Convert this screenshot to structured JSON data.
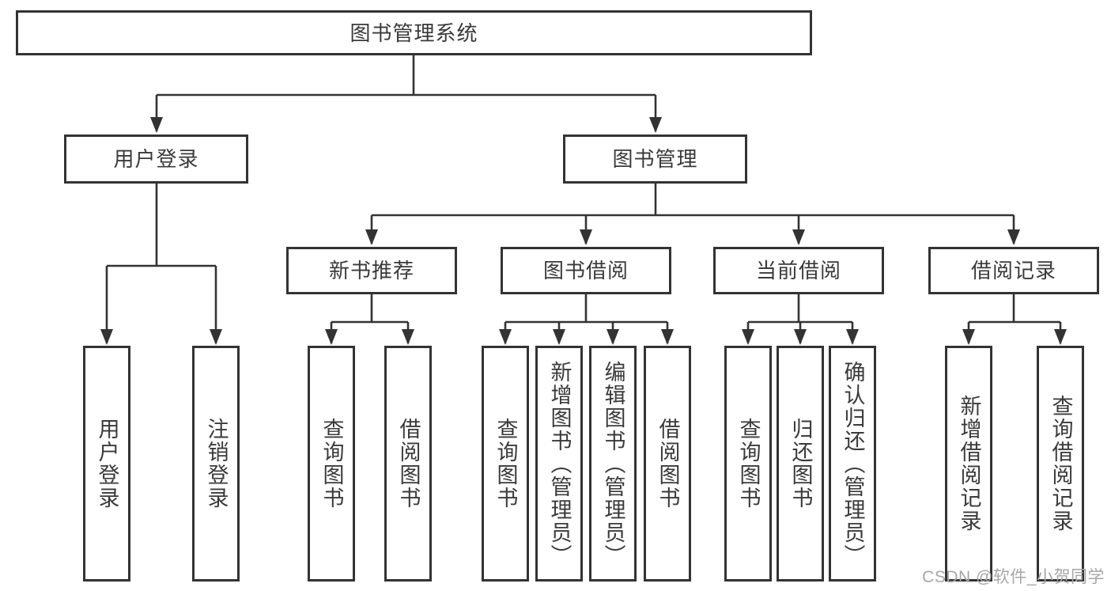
{
  "diagram": {
    "root": {
      "label": "图书管理系统",
      "children": [
        {
          "label": "用户登录",
          "children": [
            {
              "label": "用户登录"
            },
            {
              "label": "注销登录"
            }
          ]
        },
        {
          "label": "图书管理",
          "children": [
            {
              "label": "新书推荐",
              "children": [
                {
                  "label": "查询图书"
                },
                {
                  "label": "借阅图书"
                }
              ]
            },
            {
              "label": "图书借阅",
              "children": [
                {
                  "label": "查询图书"
                },
                {
                  "label": "新增图书（管理员）"
                },
                {
                  "label": "编辑图书（管理员）"
                },
                {
                  "label": "借阅图书"
                }
              ]
            },
            {
              "label": "当前借阅",
              "children": [
                {
                  "label": "查询图书"
                },
                {
                  "label": "归还图书"
                },
                {
                  "label": "确认归还（管理员）"
                }
              ]
            },
            {
              "label": "借阅记录",
              "children": [
                {
                  "label": "新增借阅记录"
                },
                {
                  "label": "查询借阅记录"
                }
              ]
            }
          ]
        }
      ]
    },
    "watermark": "CSDN @软件_小贺同学",
    "colors": {
      "line": "#333333",
      "text": "#3a3a3a",
      "watermark": "#a6a6a6",
      "background": "#ffffff"
    }
  }
}
